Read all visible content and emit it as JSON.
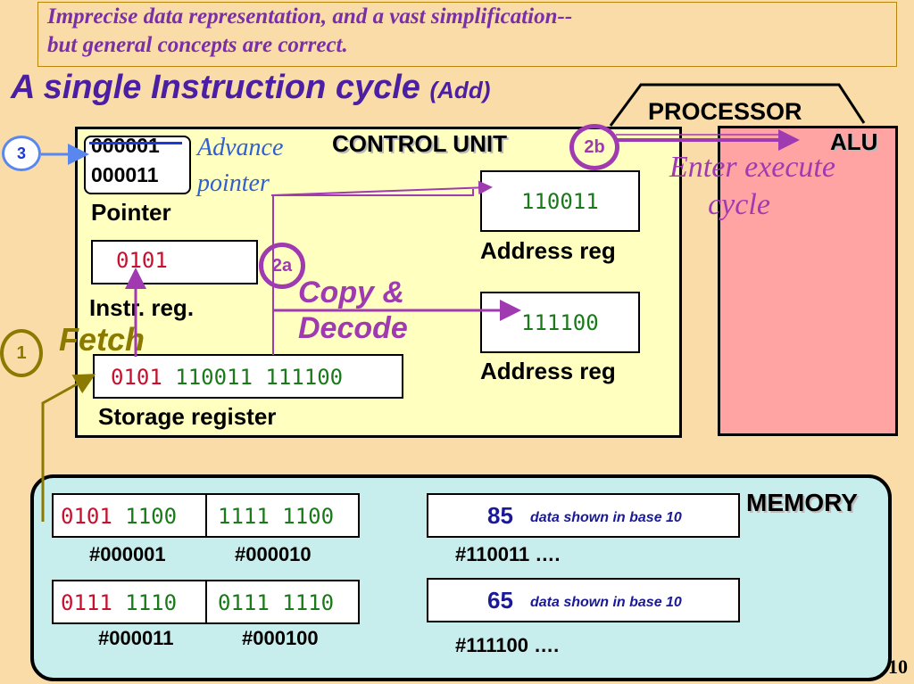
{
  "note": {
    "line1": "Imprecise data representation, and a vast simplification--",
    "line2": "but general concepts are correct."
  },
  "title": {
    "main": "A single Instruction cycle ",
    "sub": "(Add)"
  },
  "processor": {
    "label": "PROCESSOR"
  },
  "control_unit": {
    "label": "CONTROL UNIT",
    "pointer": {
      "old_value": "000001",
      "new_value": "000011",
      "label": "Pointer"
    },
    "advance_text": {
      "line1": "Advance",
      "line2": "pointer"
    },
    "instruction_register": {
      "value": "0101",
      "label": "Instr. reg."
    },
    "address_reg_1": {
      "value": "110011",
      "label": "Address reg"
    },
    "address_reg_2": {
      "value": "111100",
      "label": "Address reg"
    },
    "storage_register": {
      "opcode": "0101",
      "addr1": "110011",
      "addr2": "111100",
      "label": "Storage register"
    },
    "copy_decode": {
      "line1": "Copy &",
      "line2": "Decode"
    },
    "fetch": "Fetch",
    "enter_execute": {
      "line1": "Enter execute",
      "line2": "cycle"
    }
  },
  "alu": {
    "label": "ALU"
  },
  "steps": {
    "step1": "1",
    "step2a": "2a",
    "step2b": "2b",
    "step3": "3"
  },
  "memory": {
    "label": "MEMORY",
    "row1": [
      {
        "left": "0101",
        "right": "1100",
        "address": "#000001"
      },
      {
        "value": "1111 1100",
        "address": "#000010"
      }
    ],
    "row2": [
      {
        "left": "0111",
        "right": "1110",
        "address": "#000011"
      },
      {
        "value": "0111 1110",
        "address": "#000100"
      }
    ],
    "data1": {
      "value": "85",
      "note": "data  shown in base 10",
      "address": "#110011 …."
    },
    "data2": {
      "value": "65",
      "note": "data  shown in base 10",
      "address": "#111100 …."
    }
  },
  "page_number": "10",
  "colors": {
    "background": "#f9dca8",
    "control_unit": "#ffffc0",
    "alu": "#ffa3a3",
    "memory": "#c7eded",
    "opcode_red": "#c8102e",
    "address_green": "#1a7a1a",
    "step_purple": "#a03ab0",
    "fetch_olive": "#8c7a00",
    "advance_blue": "#2f5fd6"
  }
}
